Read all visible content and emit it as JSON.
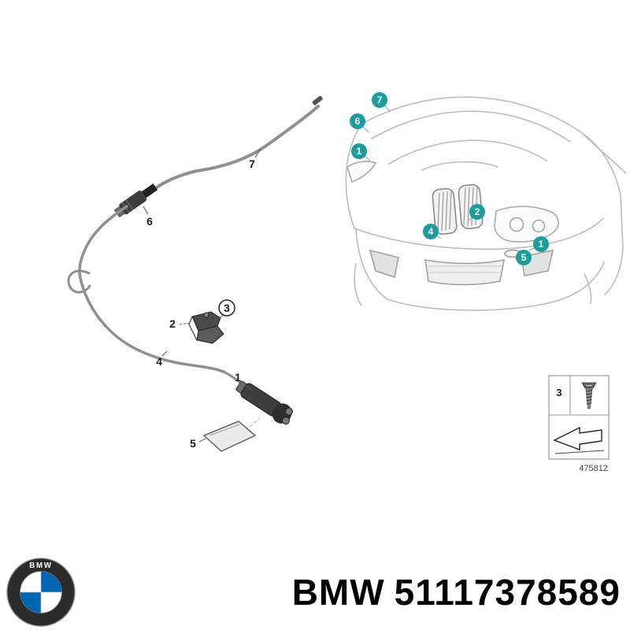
{
  "diagram": {
    "callout_color": "#1E9C9D",
    "parts": {
      "hose_label": "7",
      "connector_label": "6",
      "tube_label": "4",
      "bracket_label": "2",
      "bracket_screw_label": "3",
      "nozzle_label": "1",
      "cap_label": "5"
    },
    "car_callouts": [
      {
        "n": "7"
      },
      {
        "n": "6"
      },
      {
        "n": "1"
      },
      {
        "n": "2"
      },
      {
        "n": "4"
      },
      {
        "n": "1"
      },
      {
        "n": "5"
      }
    ],
    "inset": {
      "number": "3",
      "part_code": "475812"
    }
  },
  "footer": {
    "logo_text": "BMW",
    "logo_blue": "#0066B1",
    "brand": "BMW",
    "part_number": "51117378589"
  }
}
